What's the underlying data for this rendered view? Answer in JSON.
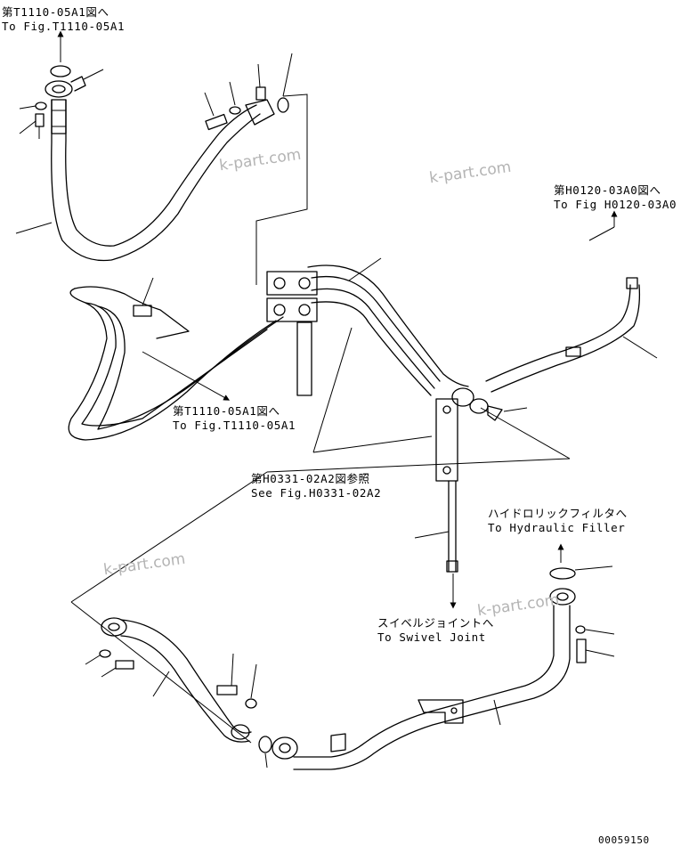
{
  "references": {
    "top_left": {
      "jp": "第T1110-05A1図へ",
      "en": "To Fig.T1110-05A1"
    },
    "top_right": {
      "jp": "第H0120-03A0図へ",
      "en": "To Fig H0120-03A0"
    },
    "middle": {
      "jp": "第T1110-05A1図へ",
      "en": "To Fig.T1110-05A1"
    },
    "see_fig": {
      "jp": "第H0331-02A2図参照",
      "en": "See Fig.H0331-02A2"
    },
    "hydraulic_filter": {
      "jp": "ハイドロリックフィルタへ",
      "en": "To Hydraulic Filler"
    },
    "swivel_joint": {
      "jp": "スイベルジョイントへ",
      "en": "To Swivel Joint"
    }
  },
  "watermarks": [
    "k-part.com",
    "k-part.com",
    "k-part.com",
    "k-part.com"
  ],
  "drawing_number": "00059150",
  "colors": {
    "line": "#000000",
    "watermark": "#b4b4b4",
    "background": "#ffffff"
  }
}
